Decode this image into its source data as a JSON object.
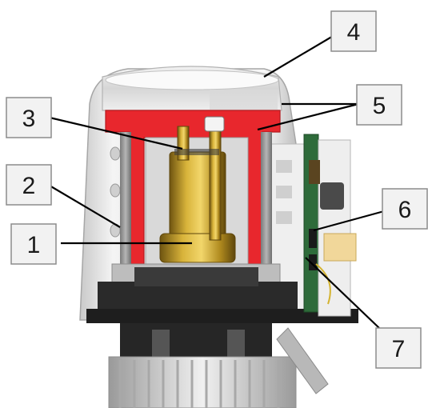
{
  "callouts": [
    {
      "id": "1",
      "label": "1"
    },
    {
      "id": "2",
      "label": "2"
    },
    {
      "id": "3",
      "label": "3"
    },
    {
      "id": "4",
      "label": "4"
    },
    {
      "id": "5",
      "label": "5"
    },
    {
      "id": "6",
      "label": "6"
    },
    {
      "id": "7",
      "label": "7"
    }
  ],
  "colors": {
    "heating_chamber": "#e8272d",
    "wax_element": "#c9a227",
    "housing": "#e6e6e6",
    "circuit_board": "#2e6b3a",
    "base": "#1e1e1e",
    "callout_fill": "#f2f2f2",
    "callout_stroke": "#8c8c8c"
  }
}
